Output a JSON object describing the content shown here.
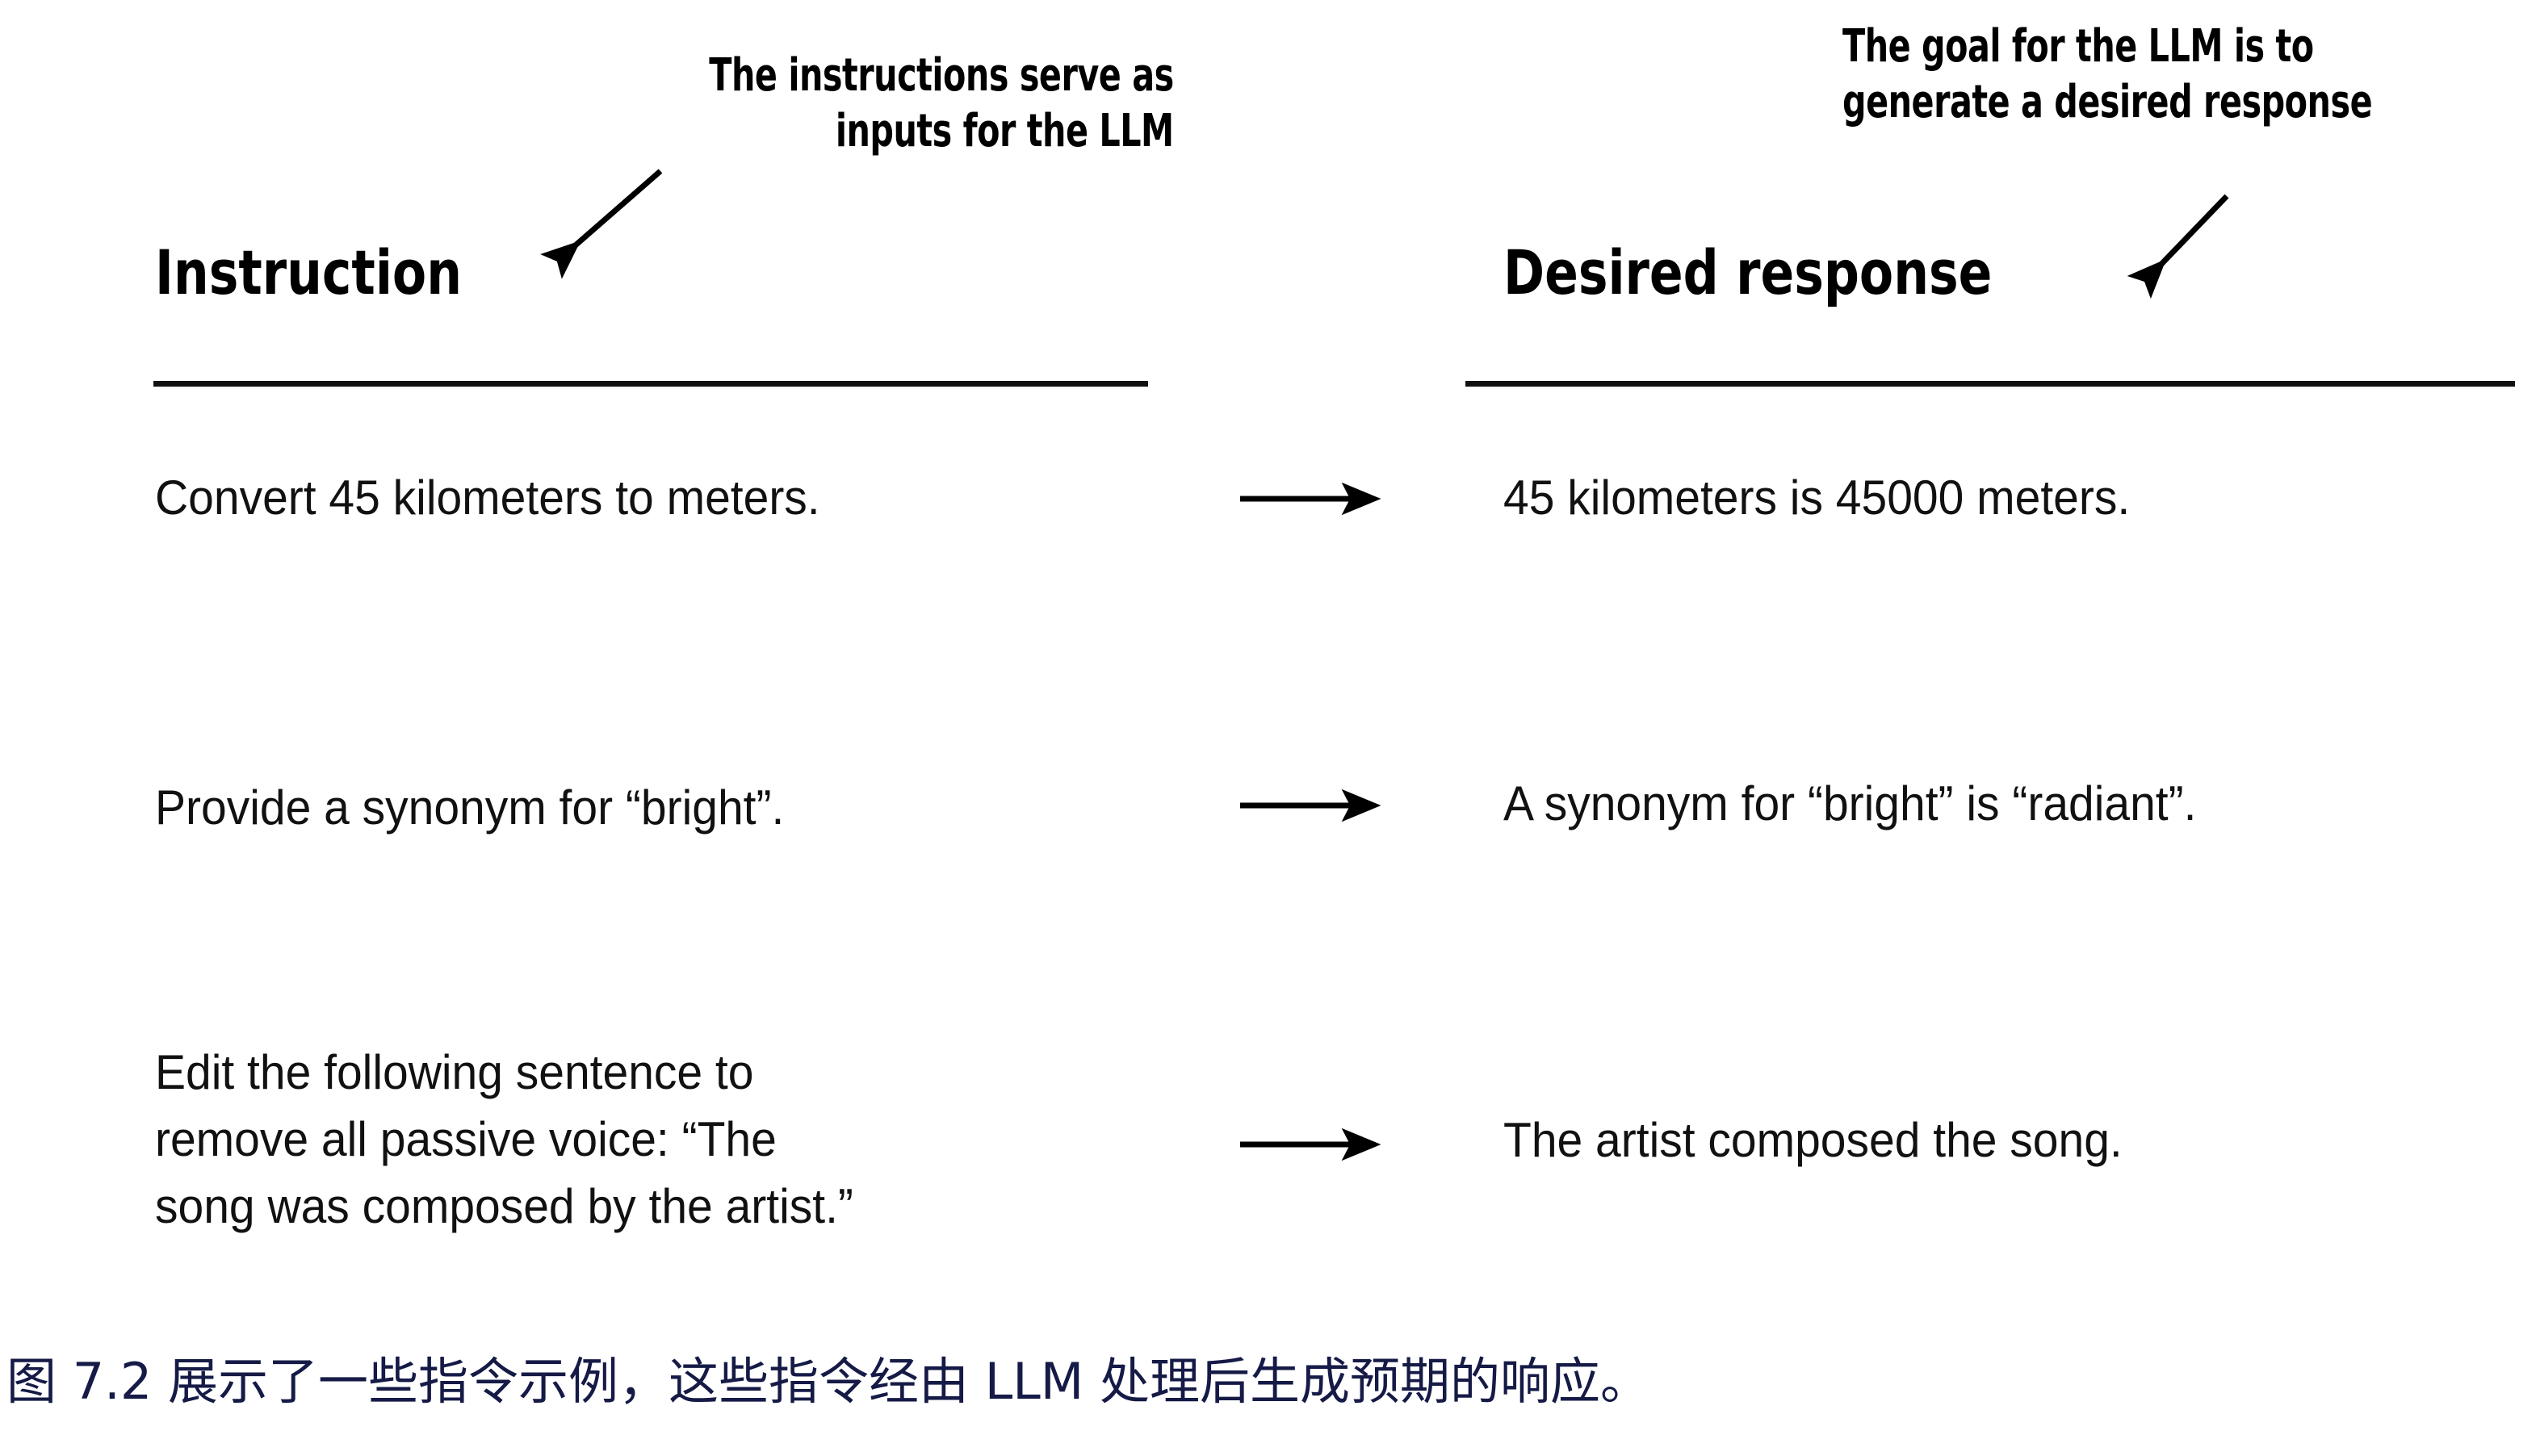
{
  "figure": {
    "columns": {
      "left": {
        "heading": "Instruction",
        "callout": {
          "line1": "The instructions serve as",
          "line2": "inputs for the LLM"
        }
      },
      "right": {
        "heading": "Desired response",
        "callout": {
          "line1": "The goal for the LLM is to",
          "line2": "generate a desired response"
        }
      }
    },
    "rows": [
      {
        "instruction": "Convert 45 kilometers to meters.",
        "arrow": "right-arrow-icon",
        "response": "45 kilometers is 45000 meters."
      },
      {
        "instruction": "Provide a synonym for “bright”.",
        "arrow": "right-arrow-icon",
        "response": "A synonym for “bright” is “radiant”."
      },
      {
        "instruction": "Edit the following sentence to\nremove all passive voice: “The\nsong was composed by the artist.”",
        "arrow": "right-arrow-icon",
        "response": "The artist composed the song."
      }
    ],
    "icons": {
      "callout_arrow_left": "diagonal-arrow-down-left-icon",
      "callout_arrow_right": "diagonal-arrow-down-left-icon",
      "row_arrow": "right-arrow-icon"
    }
  },
  "caption": {
    "text": "图 7.2 展示了一些指令示例，这些指令经由 LLM 处理后生成预期的响应。"
  },
  "colors": {
    "ink": "#111111",
    "caption": "#151a46",
    "background": "#ffffff"
  }
}
